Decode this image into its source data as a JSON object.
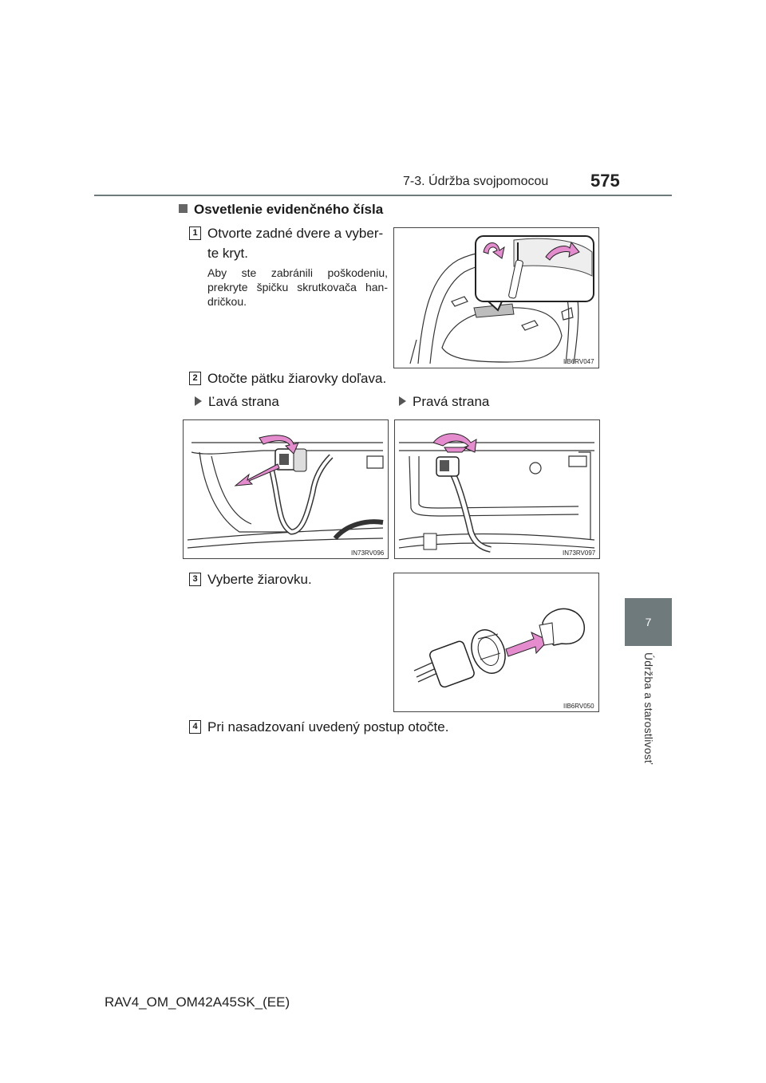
{
  "header": {
    "section": "7-3. Údržba svojpomocou",
    "page_number": "575"
  },
  "side_tab": {
    "number": "7",
    "label": "Údržba a starostlivosť"
  },
  "heading": "Osvetlenie evidenčného čísla",
  "steps": [
    {
      "number": "1",
      "text_line1": "Otvorte zadné dvere a vyber-",
      "text_line2": "te kryt.",
      "note": "Aby ste zabránili poškodeniu, prekryte špičku skrutkovača han-dričkou.",
      "figure_code": "IIB6RV047"
    },
    {
      "number": "2",
      "text": "Otočte pätku žiarovky doľava.",
      "left_label": "Ľavá strana",
      "right_label": "Pravá strana",
      "left_figure_code": "IN73RV096",
      "right_figure_code": "IN73RV097"
    },
    {
      "number": "3",
      "text": "Vyberte žiarovku.",
      "figure_code": "IIB6RV050"
    },
    {
      "number": "4",
      "text": "Pri nasadzovaní uvedený postup otočte."
    }
  ],
  "footer": "RAV4_OM_OM42A45SK_(EE)",
  "colors": {
    "tab_gray": "#6e7a7c",
    "arrow_pink": "#e58ccf"
  }
}
